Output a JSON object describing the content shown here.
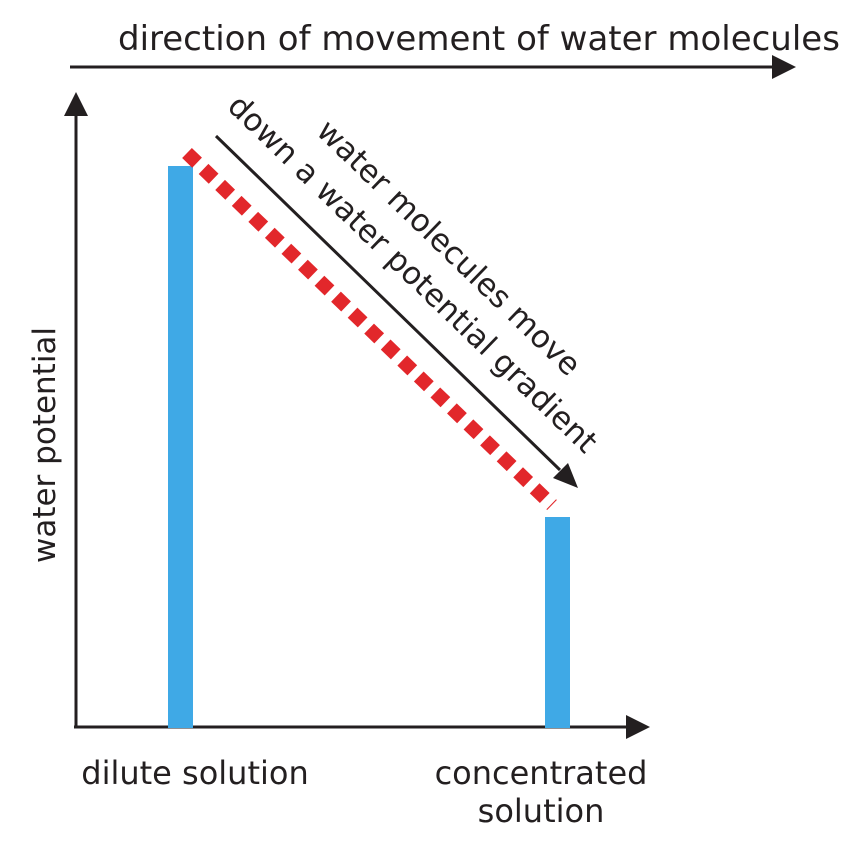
{
  "header": {
    "direction_label": "direction of movement of water molecules"
  },
  "axes": {
    "y_label": "water potential"
  },
  "categories": [
    {
      "label_lines": [
        "dilute solution"
      ]
    },
    {
      "label_lines": [
        "concentrated",
        "solution"
      ]
    }
  ],
  "annotation": {
    "line1": "water molecules move",
    "line2": "down a water potential gradient"
  },
  "colors": {
    "bar": "#3fa9e6",
    "gradient_dash": "#e2272b",
    "axis": "#231f20",
    "text": "#231f20"
  }
}
